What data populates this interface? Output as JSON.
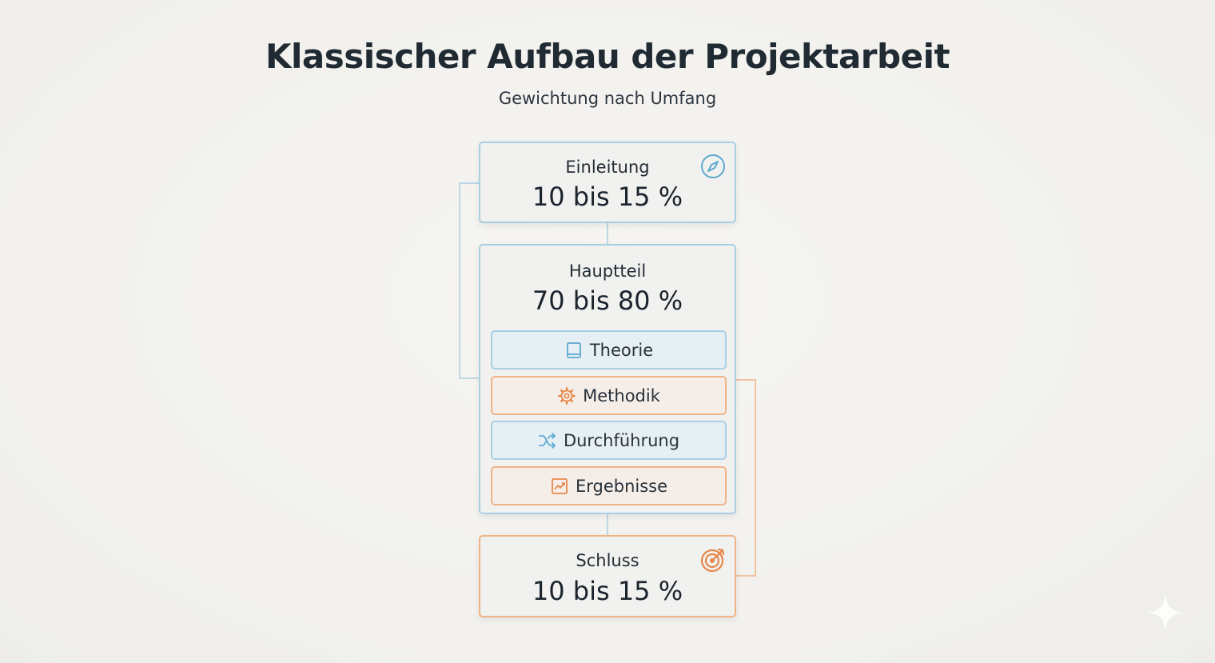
{
  "diagram": {
    "title": "Klassischer Aufbau der Projektarbeit",
    "subtitle": "Gewichtung nach Umfang",
    "sections": [
      {
        "label": "Einleitung",
        "value": "10 bis 15 %",
        "icon": "compass-icon",
        "color": "#a9cfe3"
      },
      {
        "label": "Hauptteil",
        "value": "70 bis 80 %",
        "color": "#a9cfe3",
        "parts": [
          {
            "label": "Theorie",
            "icon": "book-icon",
            "color": "#5da9d1"
          },
          {
            "label": "Methodik",
            "icon": "gear-icon",
            "color": "#e8884a"
          },
          {
            "label": "Durchführung",
            "icon": "shuffle-icon",
            "color": "#5da9d1"
          },
          {
            "label": "Ergebnisse",
            "icon": "chart-trend-icon",
            "color": "#e8884a"
          }
        ]
      },
      {
        "label": "Schluss",
        "value": "10 bis 15 %",
        "icon": "target-icon",
        "color": "#efb386"
      }
    ]
  },
  "colors": {
    "blue_accent": "#a9cfe3",
    "orange_accent": "#efb386"
  }
}
